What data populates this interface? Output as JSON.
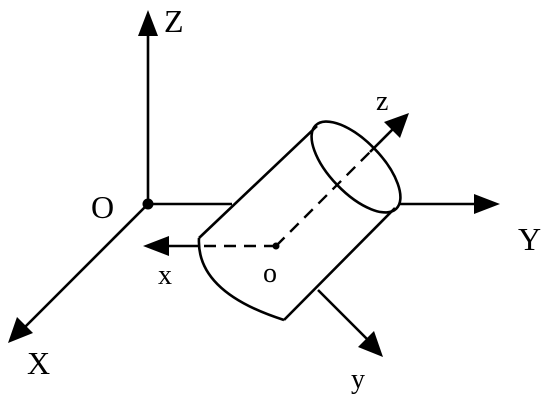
{
  "diagram": {
    "world_axes": {
      "origin_label": "O",
      "x_label": "X",
      "y_label": "Y",
      "z_label": "Z"
    },
    "body_axes": {
      "origin_label": "o",
      "x_label": "x",
      "y_label": "y",
      "z_label": "z"
    }
  }
}
